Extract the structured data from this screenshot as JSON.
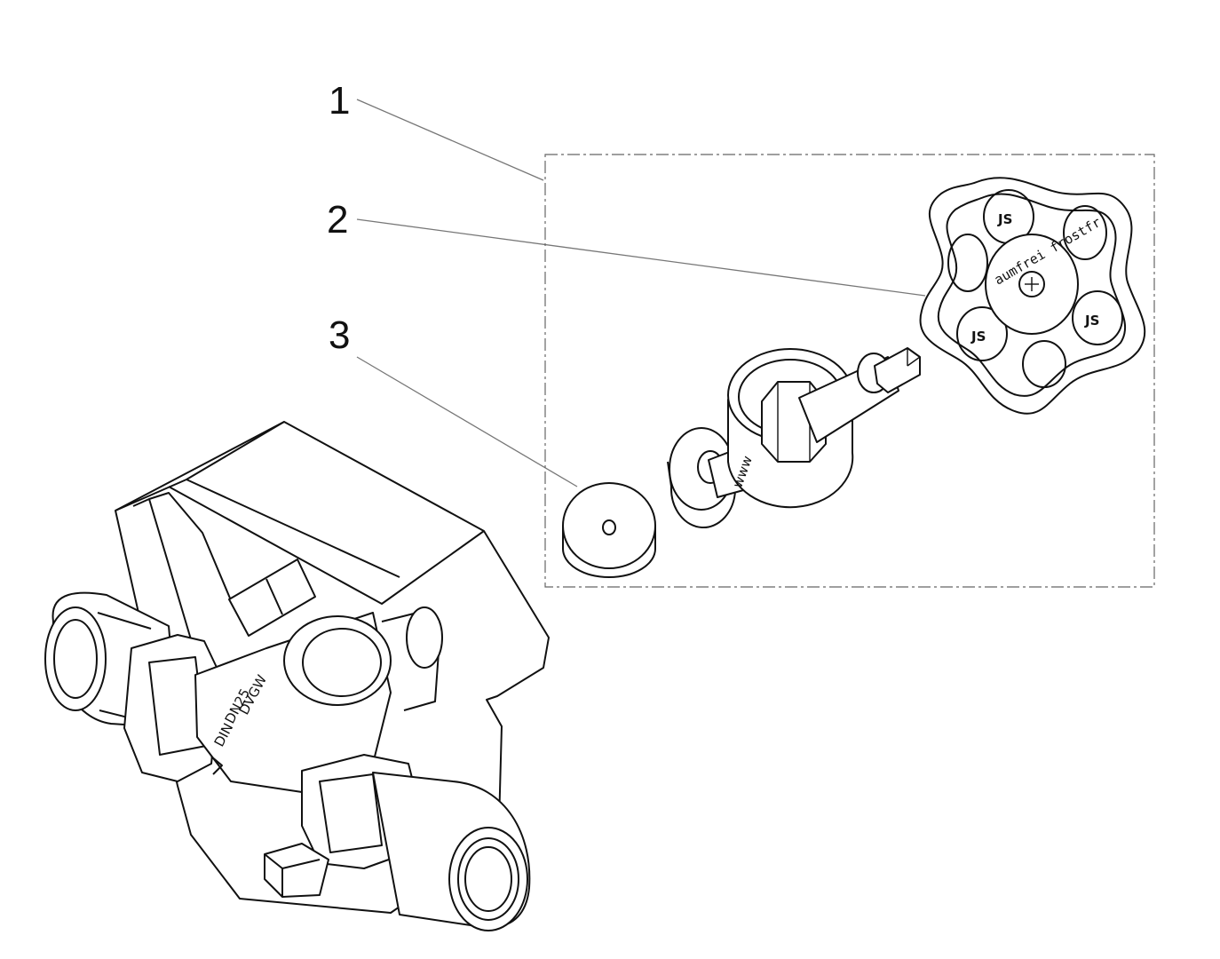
{
  "callouts": [
    {
      "number": "1",
      "target": "assembly"
    },
    {
      "number": "2",
      "target": "handwheel"
    },
    {
      "number": "3",
      "target": "washer"
    }
  ],
  "handwheel": {
    "ring_text": "aumfrei frostfr",
    "logo_text": "JS"
  },
  "valve_body": {
    "marking_1": "DVGW",
    "marking_2": "DN25",
    "marking_3": "DIN"
  }
}
